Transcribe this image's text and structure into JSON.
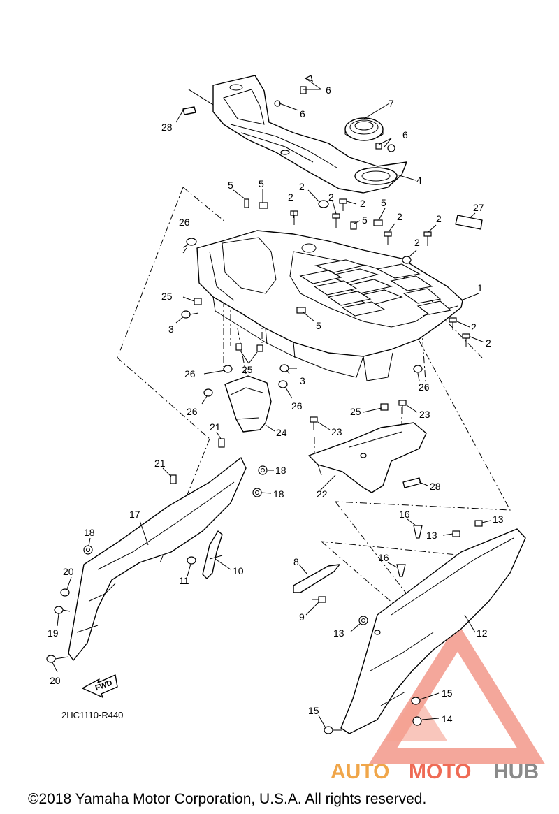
{
  "diagram": {
    "drawing_code": "2HC1110-R440",
    "copyright": "©2018 Yamaha Motor Corporation, U.S.A. All rights reserved.",
    "direction_arrow": "FWD",
    "watermark": {
      "part1": "AUTO",
      "part2": "MOTO",
      "part3": "HUB",
      "colors": {
        "auto": "#f0a64a",
        "moto": "#ef6b55",
        "hub": "#8a8a8a"
      }
    },
    "callouts": {
      "c1": "1",
      "c2a": "2",
      "c2b": "2",
      "c2c": "2",
      "c2d": "2",
      "c2e": "2",
      "c2f": "2",
      "c2g": "2",
      "c2h": "2",
      "c2i": "2",
      "c3a": "3",
      "c3b": "3",
      "c4": "4",
      "c5a": "5",
      "c5b": "5",
      "c5c": "5",
      "c5d": "5",
      "c5e": "5",
      "c6a": "6",
      "c6b": "6",
      "c6c": "6",
      "c7": "7",
      "c8": "8",
      "c9": "9",
      "c10": "10",
      "c11": "11",
      "c12": "12",
      "c13a": "13",
      "c13b": "13",
      "c13c": "13",
      "c14": "14",
      "c15a": "15",
      "c15b": "15",
      "c16a": "16",
      "c16b": "16",
      "c17": "17",
      "c18a": "18",
      "c18b": "18",
      "c18c": "18",
      "c19": "19",
      "c20a": "20",
      "c20b": "20",
      "c21a": "21",
      "c21b": "21",
      "c22": "22",
      "c23a": "23",
      "c23b": "23",
      "c24": "24",
      "c25a": "25",
      "c25b": "25",
      "c25c": "25",
      "c26a": "26",
      "c26b": "26",
      "c26c": "26",
      "c26d": "26",
      "c27": "27",
      "c28a": "28",
      "c28b": "28"
    }
  }
}
